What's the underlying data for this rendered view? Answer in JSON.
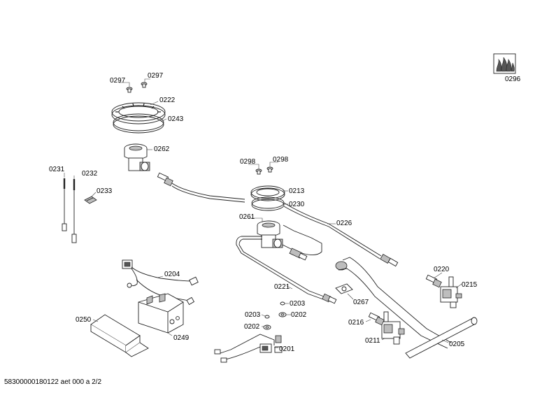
{
  "labels": [
    {
      "key": "p0297a",
      "text": "0297"
    },
    {
      "key": "p0297b",
      "text": "0297"
    },
    {
      "key": "p0222",
      "text": "0222"
    },
    {
      "key": "p0243",
      "text": "0243"
    },
    {
      "key": "p0262",
      "text": "0262"
    },
    {
      "key": "p0231",
      "text": "0231"
    },
    {
      "key": "p0232",
      "text": "0232"
    },
    {
      "key": "p0233",
      "text": "0233"
    },
    {
      "key": "p0298a",
      "text": "0298"
    },
    {
      "key": "p0298b",
      "text": "0298"
    },
    {
      "key": "p0213",
      "text": "0213"
    },
    {
      "key": "p0230",
      "text": "0230"
    },
    {
      "key": "p0261",
      "text": "0261"
    },
    {
      "key": "p0226",
      "text": "0226"
    },
    {
      "key": "p0204",
      "text": "0204"
    },
    {
      "key": "p0220",
      "text": "0220"
    },
    {
      "key": "p0215",
      "text": "0215"
    },
    {
      "key": "p0221",
      "text": "0221"
    },
    {
      "key": "p0267",
      "text": "0267"
    },
    {
      "key": "p0203a",
      "text": "0203"
    },
    {
      "key": "p0203b",
      "text": "0203"
    },
    {
      "key": "p0250",
      "text": "0250"
    },
    {
      "key": "p0202a",
      "text": "0202"
    },
    {
      "key": "p0202b",
      "text": "0202"
    },
    {
      "key": "p0216",
      "text": "0216"
    },
    {
      "key": "p0249",
      "text": "0249"
    },
    {
      "key": "p0201",
      "text": "0201"
    },
    {
      "key": "p0211",
      "text": "0211"
    },
    {
      "key": "p0205",
      "text": "0205"
    },
    {
      "key": "p0296",
      "text": "0296"
    }
  ],
  "footer": "58300000180122 aet 000 a 2/2",
  "icons": {
    "flame_logo": "flame-symbol-icon"
  }
}
